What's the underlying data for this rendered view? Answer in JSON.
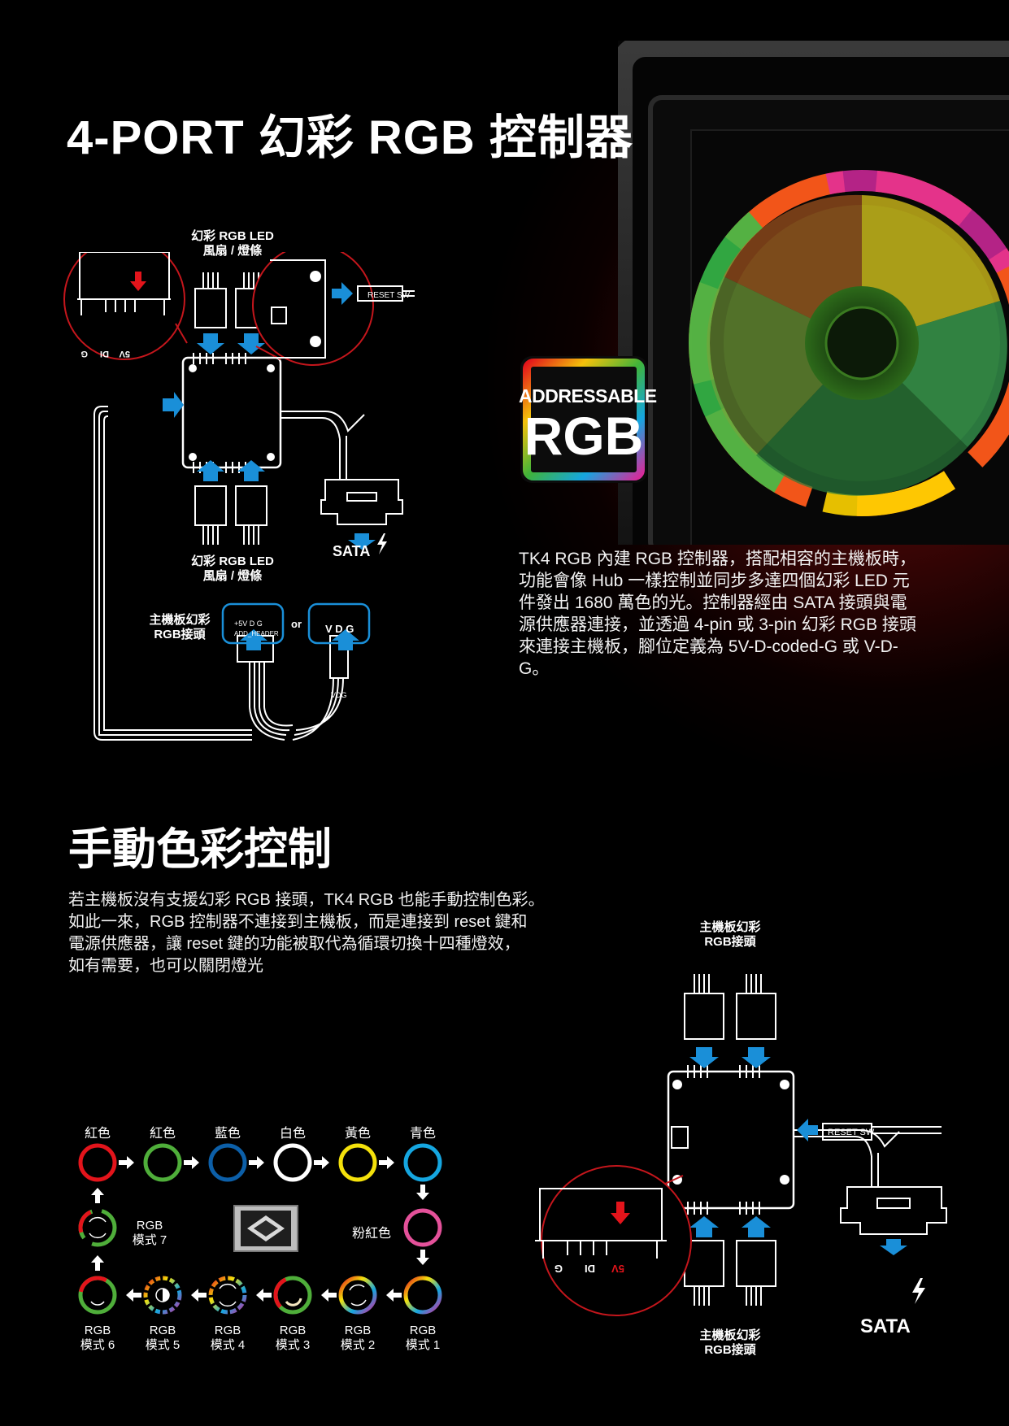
{
  "section1": {
    "title": "4-PORT 幻彩 RGB 控制器",
    "description": "TK4 RGB 內建 RGB 控制器，搭配相容的主機板時，功能會像 Hub 一樣控制並同步多達四個幻彩 LED 元件發出 1680 萬色的光。控制器經由 SATA 接頭與電源供應器連接，並透過 4-pin 或 3-pin 幻彩 RGB 接頭來連接主機板，腳位定義為 5V-D-coded-G 或 V-D-G。",
    "badge_top": "ADDRESSABLE",
    "badge_main": "RGB",
    "diagram": {
      "fan_label_top_1": "幻彩 RGB LED",
      "fan_label_top_2": "風扇 / 燈條",
      "fan_label_bottom_1": "幻彩 RGB LED",
      "fan_label_bottom_2": "風扇 / 燈條",
      "mb_label_1": "主機板幻彩",
      "mb_label_2": "RGB接頭",
      "sata": "SATA",
      "reset": "RESET SW",
      "or": "or",
      "header_4pin_pins": "+5V D  G",
      "header_4pin_name": "ADD_HEADER",
      "header_3pin": "V D G",
      "vdg": "VDG",
      "pins_g": "G",
      "pins_di": "DI",
      "pins_5v": "5V"
    }
  },
  "section2": {
    "title": "手動色彩控制",
    "description_lines": [
      "若主機板沒有支援幻彩 RGB 接頭，TK4 RGB 也能手動控制色彩。",
      "如此一來，RGB 控制器不連接到主機板，而是連接到 reset 鍵和",
      "電源供應器，讓 reset 鍵的功能被取代為循環切換十四種燈效，",
      "如有需要，也可以關閉燈光"
    ],
    "colors_row": [
      "紅色",
      "紅色",
      "藍色",
      "白色",
      "黃色",
      "青色"
    ],
    "pink": "粉紅色",
    "mode7_1": "RGB",
    "mode7_2": "模式 7",
    "modes_bottom": [
      {
        "l1": "RGB",
        "l2": "模式 6"
      },
      {
        "l1": "RGB",
        "l2": "模式 5"
      },
      {
        "l1": "RGB",
        "l2": "模式 4"
      },
      {
        "l1": "RGB",
        "l2": "模式 3"
      },
      {
        "l1": "RGB",
        "l2": "模式 2"
      },
      {
        "l1": "RGB",
        "l2": "模式 1"
      }
    ],
    "diagram": {
      "mb_label_top_1": "主機板幻彩",
      "mb_label_top_2": "RGB接頭",
      "mb_label_bottom_1": "主機板幻彩",
      "mb_label_bottom_2": "RGB接頭",
      "reset": "RESET SW",
      "sata": "SATA",
      "pins_g": "G",
      "pins_di": "DI",
      "pins_5v": "5V"
    }
  },
  "colors": {
    "arrow_blue": "#1a8fd8",
    "callout_red": "#c4161c",
    "ring_red": "#e3141b",
    "ring_green": "#4fae3a",
    "ring_blue": "#0c5fa8",
    "ring_white": "#ffffff",
    "ring_yellow": "#f4e10b",
    "ring_cyan": "#15a6e0",
    "ring_pink": "#e4519a"
  }
}
